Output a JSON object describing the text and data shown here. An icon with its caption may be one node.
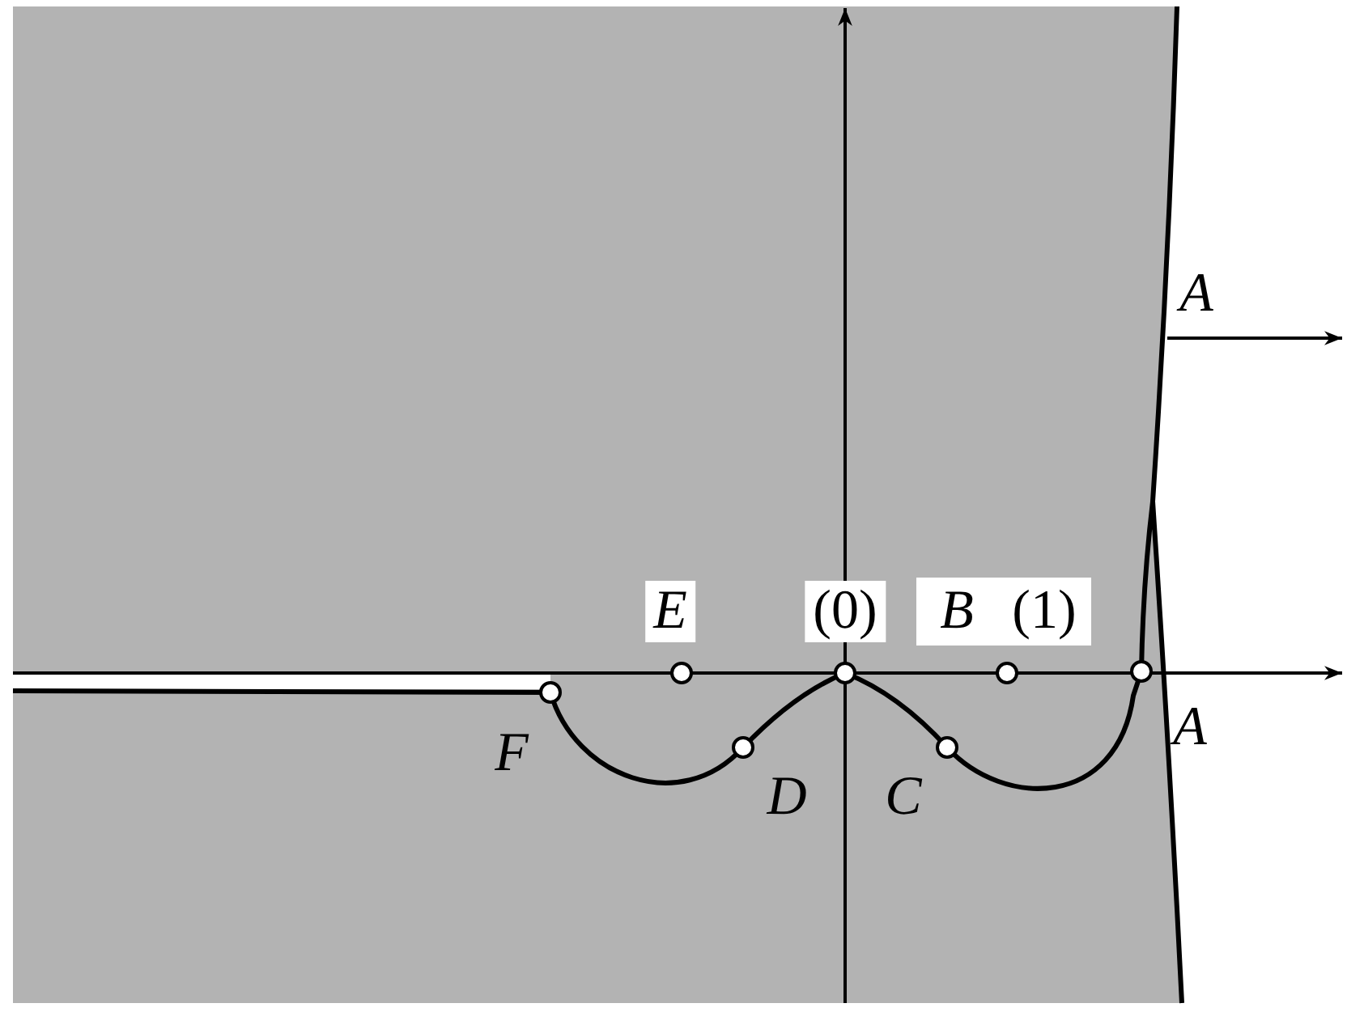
{
  "diagram": {
    "labels": [
      "A",
      "E",
      "(0)",
      "B",
      "(1)",
      "A",
      "F",
      "D",
      "C"
    ]
  }
}
